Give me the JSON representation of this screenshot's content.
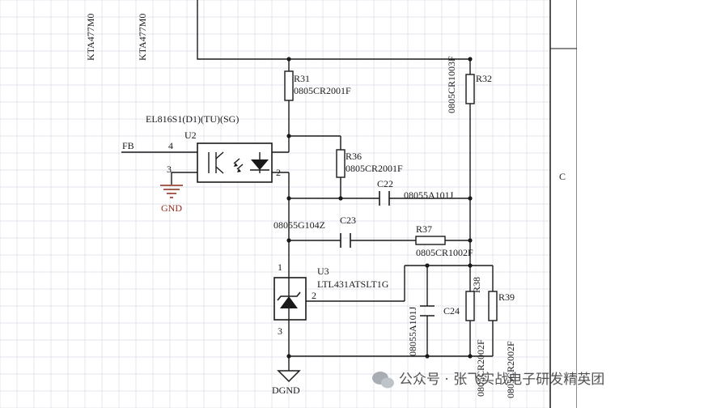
{
  "header_labels": [
    "KTA477M0",
    "KTA477M0"
  ],
  "side_zone_letter": "C",
  "nets": {
    "fb": "FB",
    "gnd": "GND",
    "dgnd": "DGND"
  },
  "u2": {
    "ref": "U2",
    "part": "EL816S1(D1)(TU)(SG)",
    "pin4": "4",
    "pin3": "3",
    "pin2": "2"
  },
  "u3": {
    "ref": "U3",
    "part": "LTL431ATSLT1G",
    "pin1": "1",
    "pin2": "2",
    "pin3": "3"
  },
  "components": {
    "r31": {
      "ref": "R31",
      "value": "0805CR2001F"
    },
    "r32": {
      "ref": "R32",
      "value": "0805CR1003F"
    },
    "r36": {
      "ref": "R36",
      "value": "0805CR2001F"
    },
    "c22": {
      "ref": "C22",
      "value": "08055A101J"
    },
    "c23": {
      "ref": "C23",
      "value": "08055G104Z"
    },
    "r37": {
      "ref": "R37",
      "value": "0805CR1002F"
    },
    "c24": {
      "ref": "C24",
      "value": "08055A101J"
    },
    "r38": {
      "ref": "R38",
      "value": "0805CR2002F"
    },
    "r39": {
      "ref": "R39",
      "value": "0805CR2002F"
    }
  },
  "watermark": {
    "text": "公众号 · 张飞实战电子研发精英团",
    "icon": "wechat-icon"
  },
  "colors": {
    "wire": "#1a1a1a",
    "grid": "#d9dde8",
    "gnd_symbol": "#8a2a1a",
    "background": "#ffffff"
  }
}
